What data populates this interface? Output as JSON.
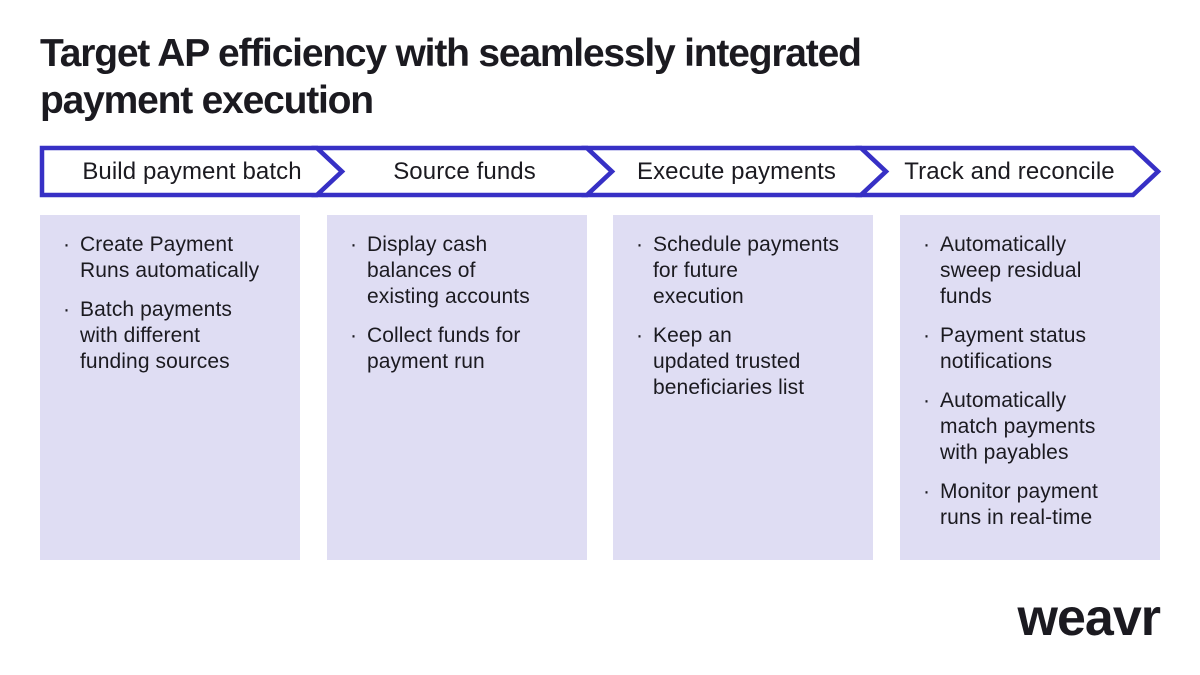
{
  "meta": {
    "background": "#ffffff"
  },
  "colors": {
    "accent_blue": "#3730c5",
    "panel_lavender": "#dfddf3",
    "text_dark": "#1b1a20"
  },
  "title": {
    "text": "Target AP efficiency with seamlessly integrated\npayment execution"
  },
  "process": {
    "bullet_glyph": "·",
    "stages": [
      {
        "label": "Build payment batch",
        "bullets": [
          [
            "Create Payment",
            "Runs automatically"
          ],
          [
            "Batch payments",
            "with different",
            "funding sources"
          ]
        ]
      },
      {
        "label": "Source funds",
        "bullets": [
          [
            "Display cash",
            "balances of",
            "existing accounts"
          ],
          [
            "Collect funds for",
            "payment run"
          ]
        ]
      },
      {
        "label": "Execute payments",
        "bullets": [
          [
            "Schedule payments",
            "for future",
            "execution"
          ],
          [
            "Keep an",
            "updated trusted",
            "beneficiaries list"
          ]
        ]
      },
      {
        "label": "Track and reconcile",
        "bullets": [
          [
            "Automatically",
            "sweep residual",
            "funds"
          ],
          [
            "Payment status",
            "notifications"
          ],
          [
            "Automatically",
            "match payments",
            "with payables"
          ],
          [
            "Monitor payment",
            "runs in real-time"
          ]
        ]
      }
    ]
  },
  "footer": {
    "logo_text": "weavr"
  }
}
